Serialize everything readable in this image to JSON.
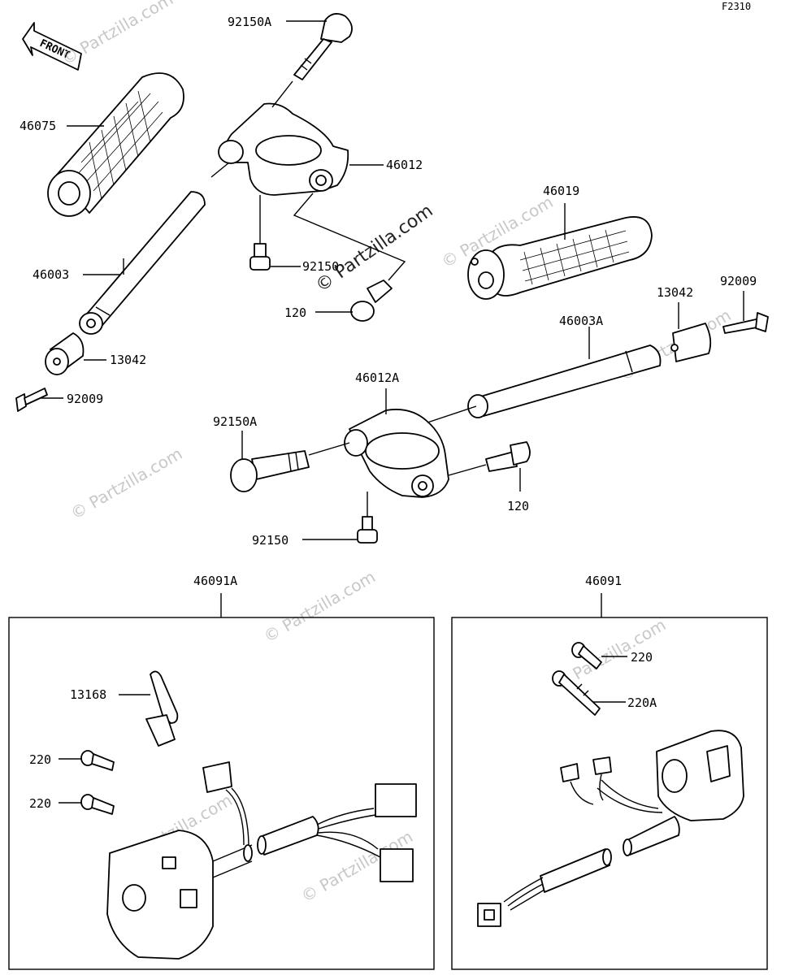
{
  "figure_code": "F2310",
  "front_label": "FRONT",
  "watermark": "© Partzilla.com",
  "watermark_center": "© Partzilla.com",
  "labels": {
    "p92150A_top": "92150A",
    "p46075": "46075",
    "p46012": "46012",
    "p46019": "46019",
    "p46003": "46003",
    "p92150_top": "92150",
    "p120_top": "120",
    "p13042_left": "13042",
    "p92009_left": "92009",
    "p13042_right": "13042",
    "p92009_right": "92009",
    "p46003A": "46003A",
    "p46012A": "46012A",
    "p92150A_bottom": "92150A",
    "p120_bottom": "120",
    "p92150_bottom": "92150",
    "p46091A": "46091A",
    "p46091": "46091",
    "p13168": "13168",
    "p220_a": "220",
    "p220_b": "220",
    "p220_right": "220",
    "p220A_right": "220A"
  }
}
